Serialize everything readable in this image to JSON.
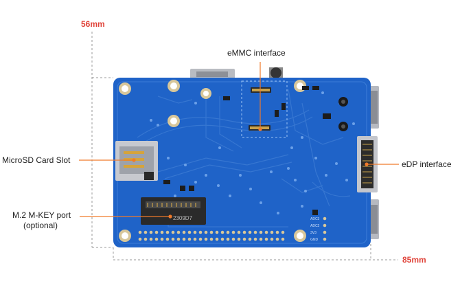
{
  "dimensions": {
    "width_label": "85mm",
    "height_label": "56mm",
    "color": "#e0443a"
  },
  "callouts": {
    "emmc": "eMMC interface",
    "microsd": "MicroSD Card Slot",
    "edp": "eDP interface",
    "m2_line1": "M.2 M-KEY port",
    "m2_line2": "(optional)"
  },
  "board_marks": {
    "m2_silk": "2309D7",
    "header_labels": [
      "ADC3",
      "ADC2",
      "3V3",
      "GND"
    ]
  },
  "colors": {
    "pcb": "#1f63c8",
    "pcb_dark": "#174fa8",
    "leader": "#f07a2a",
    "gold": "#d8c79a"
  }
}
